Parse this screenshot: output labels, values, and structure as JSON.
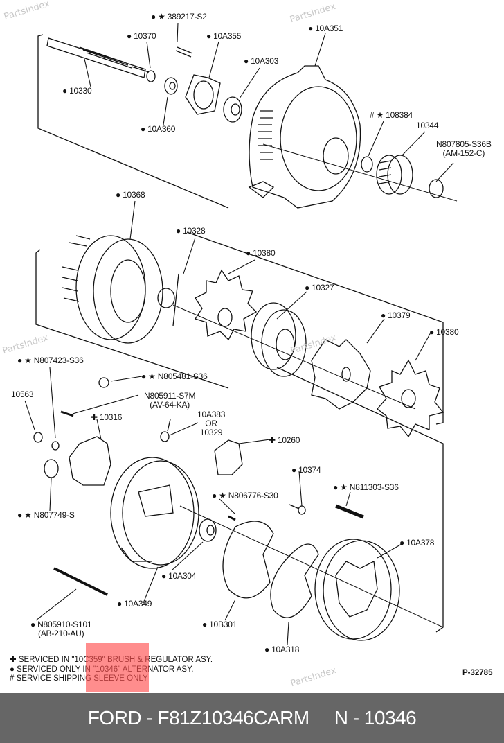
{
  "watermark": "PartsIndex",
  "callouts": [
    {
      "id": "389217-S2",
      "prefix": "● ★"
    },
    {
      "id": "10370",
      "prefix": "●"
    },
    {
      "id": "10A355",
      "prefix": "●"
    },
    {
      "id": "10A351",
      "prefix": "●"
    },
    {
      "id": "10A303",
      "prefix": "●"
    },
    {
      "id": "10330",
      "prefix": "●"
    },
    {
      "id": "10A360",
      "prefix": "●"
    },
    {
      "id": "108384",
      "prefix": "# ★"
    },
    {
      "id": "10344",
      "prefix": ""
    },
    {
      "id": "N807805-S36B",
      "prefix": "",
      "sub": "(AM-152-C)"
    },
    {
      "id": "10368",
      "prefix": "●"
    },
    {
      "id": "10328",
      "prefix": "●"
    },
    {
      "id": "10380",
      "prefix": "●"
    },
    {
      "id": "10327",
      "prefix": "●"
    },
    {
      "id": "10379",
      "prefix": "●"
    },
    {
      "id": "10380",
      "prefix": "●"
    },
    {
      "id": "N807423-S36",
      "prefix": "● ★"
    },
    {
      "id": "N805481-S36",
      "prefix": "● ★"
    },
    {
      "id": "10563",
      "prefix": ""
    },
    {
      "id": "N805911-S7M",
      "prefix": "",
      "sub": "(AV-64-KA)"
    },
    {
      "id": "10316",
      "prefix": "✚"
    },
    {
      "id": "10A383",
      "prefix": "",
      "sub": "OR",
      "sub2": "10329"
    },
    {
      "id": "10260",
      "prefix": "✚"
    },
    {
      "id": "10374",
      "prefix": "●"
    },
    {
      "id": "N811303-S36",
      "prefix": "● ★"
    },
    {
      "id": "N806776-S30",
      "prefix": "● ★"
    },
    {
      "id": "N807749-S",
      "prefix": "● ★"
    },
    {
      "id": "10A378",
      "prefix": "●"
    },
    {
      "id": "10A304",
      "prefix": "●"
    },
    {
      "id": "10A349",
      "prefix": "●"
    },
    {
      "id": "10B301",
      "prefix": "●"
    },
    {
      "id": "N805910-S101",
      "prefix": "●",
      "sub": "(AB-210-AU)"
    },
    {
      "id": "10A318",
      "prefix": "●"
    }
  ],
  "legend": [
    {
      "mark": "✚",
      "text": "SERVICED IN \"10C359\" BRUSH & REGULATOR ASY."
    },
    {
      "mark": "●",
      "text": "SERVICED ONLY IN \"10346\" ALTERNATOR ASY."
    },
    {
      "mark": "#",
      "text": "SERVICE SHIPPING SLEEVE ONLY"
    }
  ],
  "figure_number": "P-32785",
  "footer": {
    "brand_part": "FORD - F81Z10346CARM",
    "number": "N - 10346"
  },
  "colors": {
    "footer_bg": "#666666",
    "highlight": "#ff5050",
    "line": "#111111"
  }
}
